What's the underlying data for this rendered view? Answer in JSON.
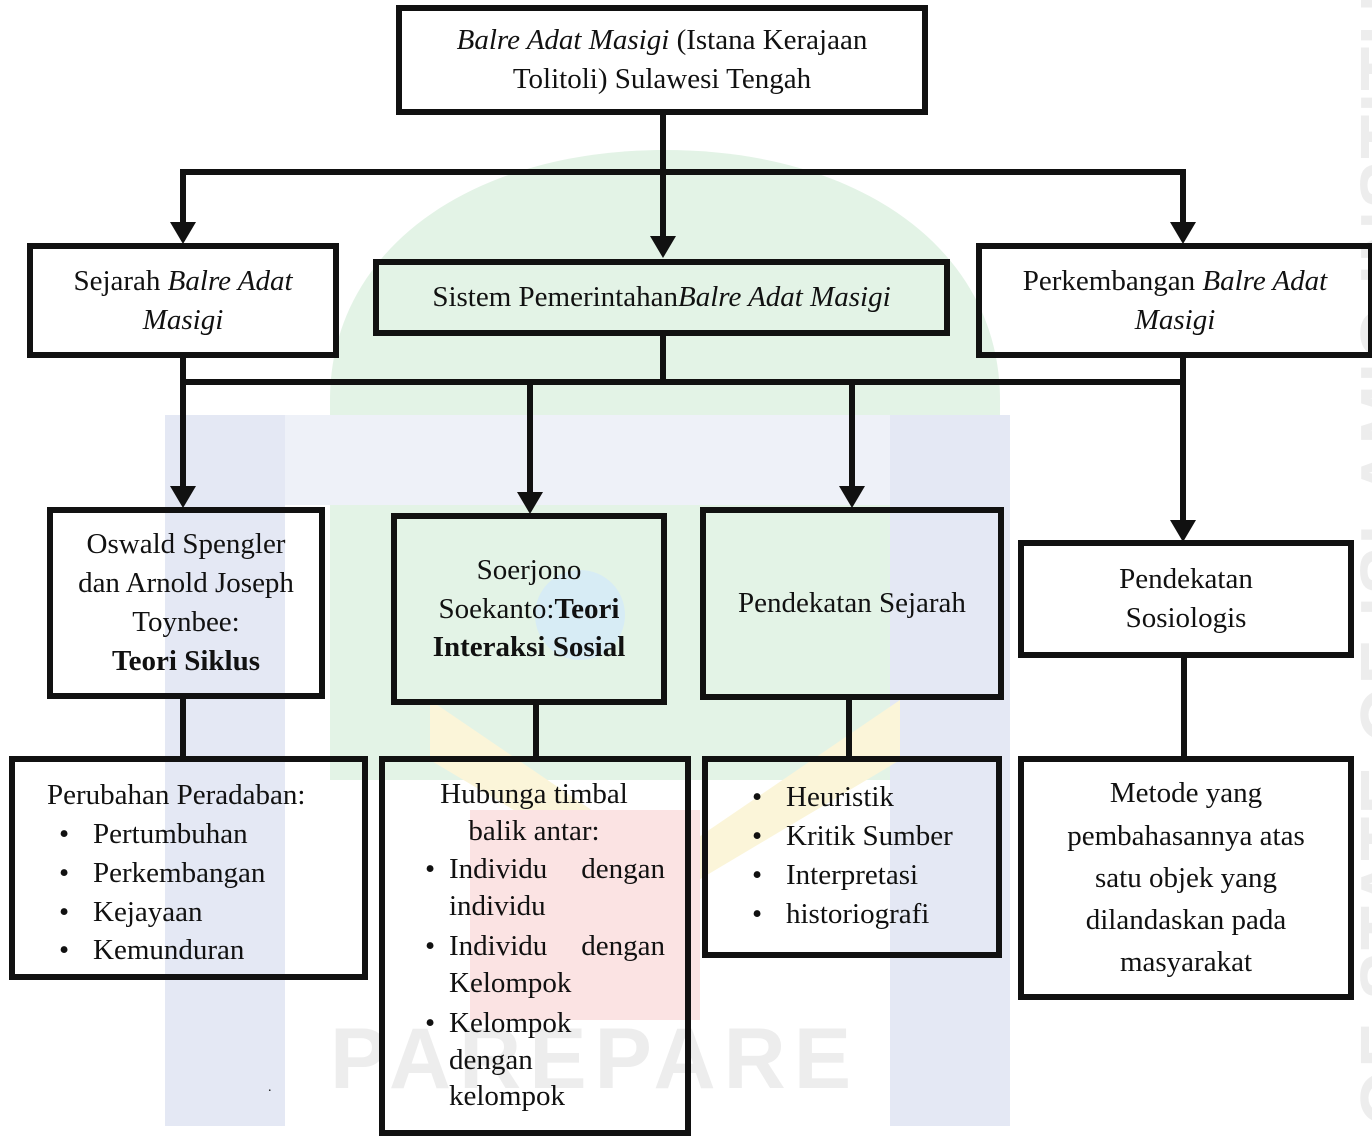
{
  "watermark": {
    "logo_text": "PAREPARE",
    "side_text": "OF STATE OF ISLAMIC INSTITUTE PA"
  },
  "colors": {
    "line": "#111111",
    "logo_green": "#e3f3e6",
    "logo_blue": "#e4e8f4",
    "logo_yellow": "#fbf5d9",
    "logo_red": "#fbe3e3"
  },
  "root": {
    "title_italic": "Balre Adat Masigi",
    "title_rest": " (Istana Kerajaan Tolitoli) Sulawesi Tengah"
  },
  "level1": {
    "sejarah": {
      "prefix": "Sejarah ",
      "italic": "Balre Adat Masigi"
    },
    "sistem": {
      "prefix": "Sistem Pemerintahan",
      "italic": "Balre Adat Masigi"
    },
    "perkembangan": {
      "prefix": "Perkembangan ",
      "italic": "Balre Adat Masigi"
    }
  },
  "level2": {
    "spengler": {
      "text": "Oswald Spengler dan Arnold Joseph Toynbee:",
      "bold": "Teori Siklus"
    },
    "soekanto": {
      "text": "Soerjono Soekanto:",
      "bold": "Teori Interaksi Sosial"
    },
    "pendekatan_sejarah": {
      "text": "Pendekatan Sejarah"
    },
    "pendekatan_sosiologis": {
      "text": "Pendekatan Sosiologis"
    }
  },
  "level3": {
    "peradaban": {
      "title": "Perubahan Peradaban:",
      "items": [
        "Pertumbuhan",
        "Perkembangan",
        "Kejayaan",
        "Kemunduran"
      ]
    },
    "hubungan": {
      "title": "Hubunga timbal balik antar:",
      "items": [
        {
          "l1": "Individu dengan",
          "l2": "individu"
        },
        {
          "l1": "Individu dengan",
          "l2": "Kelompok"
        },
        {
          "l1": "Kelompok",
          "l2": "dengan",
          "l3": "kelompok"
        }
      ]
    },
    "metode_sejarah": {
      "items": [
        "Heuristik",
        "Kritik Sumber",
        "Interpretasi",
        "historiografi"
      ]
    },
    "metode_sosiologis": {
      "text": "Metode yang pembahasannya atas satu objek yang dilandaskan pada masyarakat"
    }
  },
  "stray_mark": "."
}
